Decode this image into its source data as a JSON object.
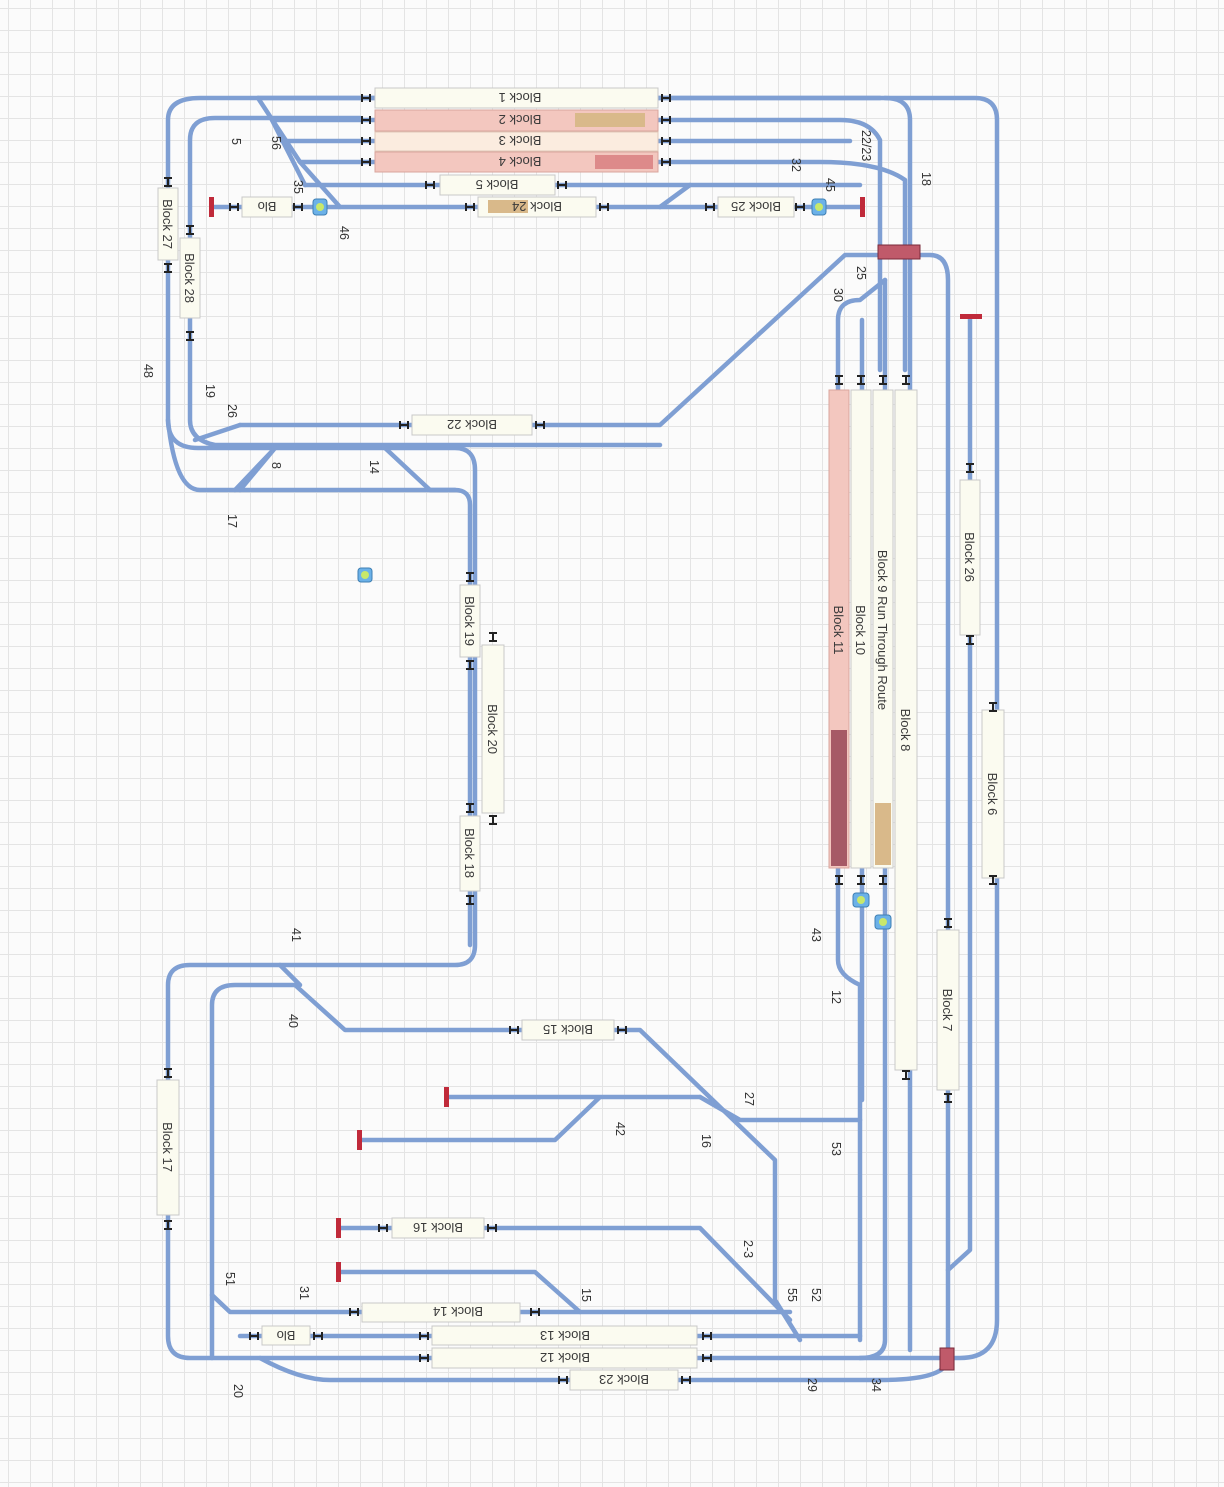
{
  "blocks": {
    "b1": "Block 1",
    "b2": "Block 2",
    "b3": "Block 3",
    "b4": "Block 4",
    "b5": "Block 5",
    "b24": "Block 24",
    "b25": "Block 25",
    "b18a": "Blo",
    "b27": "Block 27",
    "b28": "Block 28",
    "b22": "Block 22",
    "b19": "Block 19",
    "b20": "Block 20",
    "b18": "Block 18",
    "b11": "Block 11",
    "b10": "Block 10",
    "b9": "Block 9 Run Through Route",
    "b8": "Block 8",
    "b26": "Block 26",
    "b6": "Block 6",
    "b7": "Block 7",
    "b15": "Block 15",
    "b17": "Block 17",
    "b16": "Block 16",
    "b14": "Block 14",
    "b13": "Block 13",
    "b12": "Block 12",
    "b23": "Block 23",
    "bBlo2": "Blo"
  },
  "turnouts": {
    "t22_23": "22/23",
    "t5": "5",
    "t56": "56",
    "t32": "32",
    "t45": "45",
    "t18": "18",
    "t35": "35",
    "t46": "46",
    "t25": "25",
    "t30": "30",
    "t48": "48",
    "t19": "19",
    "t26": "26",
    "t8": "8",
    "t14": "14",
    "t17": "17",
    "t41": "41",
    "t40": "40",
    "t43": "43",
    "t12": "12",
    "t27": "27",
    "t42": "42",
    "t16": "16",
    "t53": "53",
    "t2_3": "2-3",
    "t51": "51",
    "t31": "31",
    "t15": "15",
    "t52": "52",
    "t55": "55",
    "t29": "29",
    "t34": "34",
    "t20": "20"
  },
  "colors": {
    "track": "#7f9fd3",
    "block_reserved": "#f3c7bf",
    "block_occupied_dark": "#a65a66",
    "train_tan": "#d9b98a",
    "bumper": "#c02a3a",
    "grid": "#e4e4e4"
  }
}
